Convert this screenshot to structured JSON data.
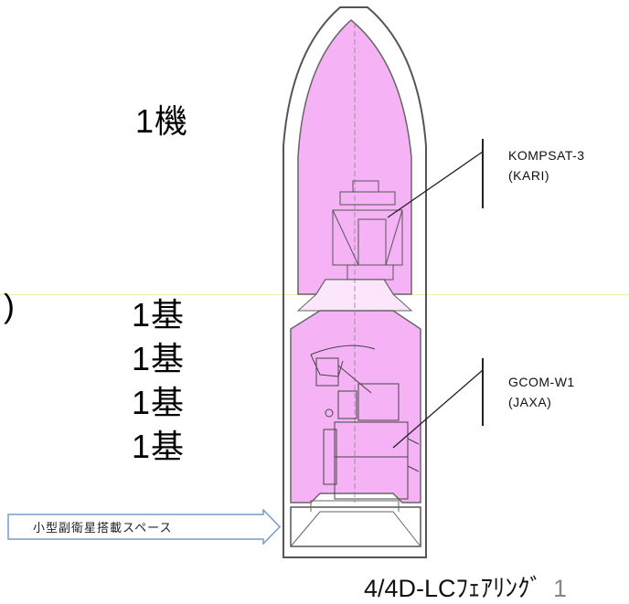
{
  "counts": {
    "top": "1機",
    "paren": ")",
    "row1": "1基",
    "row2": "1基",
    "row3": "1基",
    "row4": "1基"
  },
  "satellites": {
    "upper": {
      "name": "KOMPSAT-3",
      "org": "(KARI)"
    },
    "lower": {
      "name": "GCOM-W1",
      "org": "(JAXA)"
    }
  },
  "sub_satellite_label": "小型副衛星搭載スペース",
  "caption": {
    "text": "4/4D-LCﾌｪｱﾘﾝｸﾞ",
    "number": "1"
  },
  "colors": {
    "fairing_fill": "#f5b3f5",
    "outline": "#333333",
    "guide_line": "#eef0a8"
  }
}
